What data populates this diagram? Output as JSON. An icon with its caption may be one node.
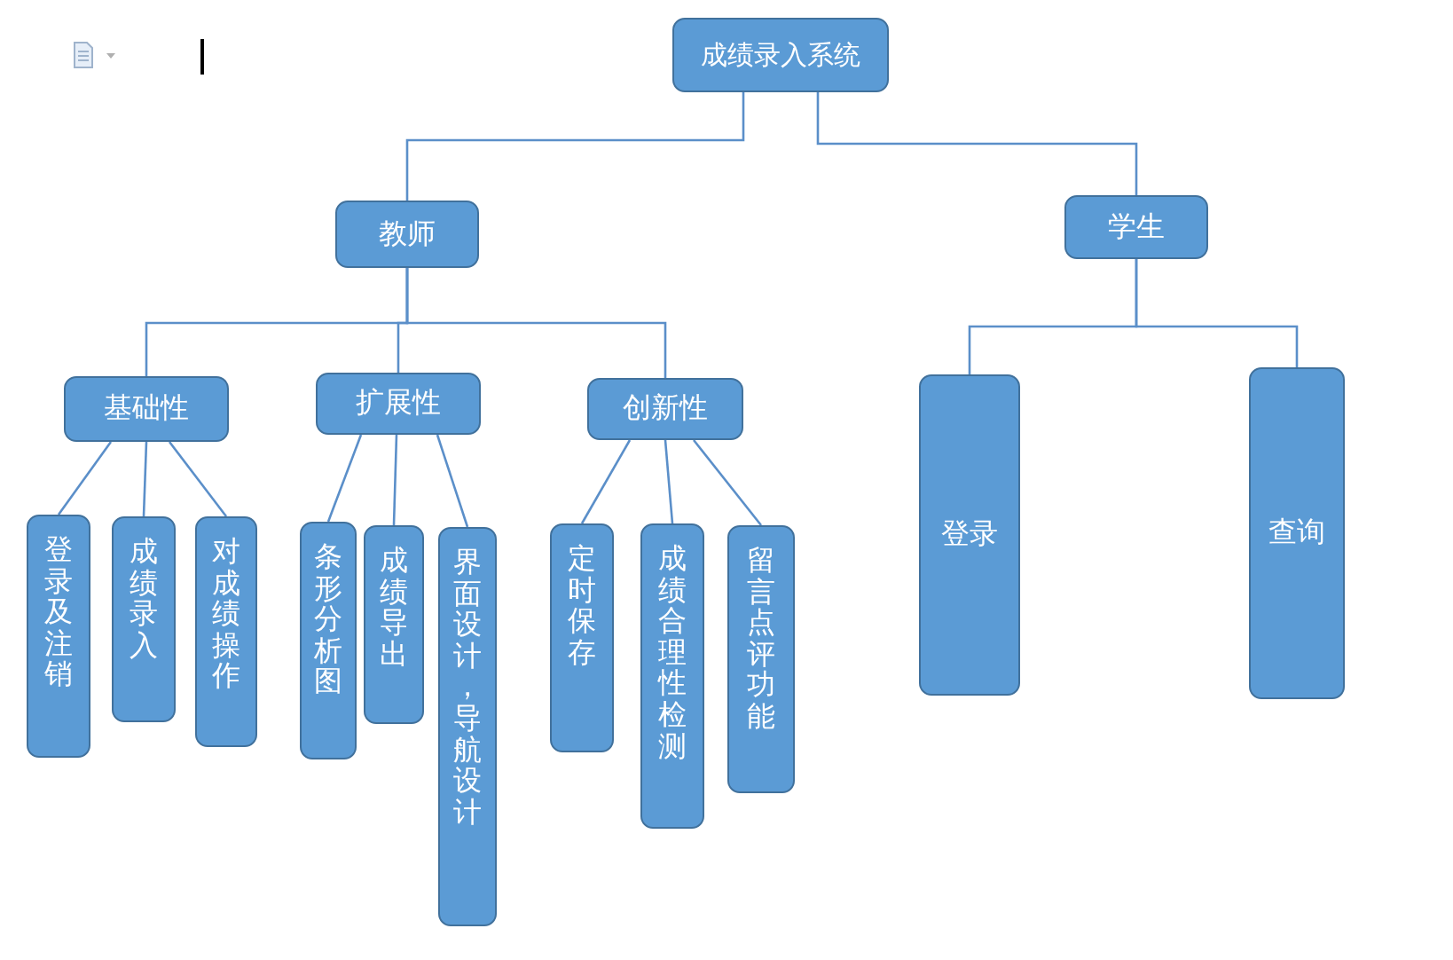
{
  "diagram": {
    "nodes": [
      {
        "text": [
          "成绩录入系统"
        ]
      },
      {
        "text": [
          "教师"
        ]
      },
      {
        "text": [
          "学生"
        ]
      },
      {
        "text": [
          "基础性"
        ]
      },
      {
        "text": [
          "扩展性"
        ]
      },
      {
        "text": [
          "创新性"
        ]
      },
      {
        "text": [
          "登录及注销"
        ]
      },
      {
        "text": [
          "成绩录入"
        ]
      },
      {
        "text": [
          "对成绩操作"
        ]
      },
      {
        "text": [
          "条形分析图"
        ]
      },
      {
        "text": [
          "成绩导出"
        ]
      },
      {
        "text": [
          "界面设计，导航设计"
        ]
      },
      {
        "text": [
          "定时保存"
        ]
      },
      {
        "text": [
          "成绩合理性检测"
        ]
      },
      {
        "text": [
          "留言点评功能"
        ]
      },
      {
        "text": [
          "登录"
        ]
      },
      {
        "text": [
          "查询"
        ]
      }
    ],
    "edges": [
      {
        "from": 0,
        "to": 1,
        "arrow": "none"
      },
      {
        "from": 0,
        "to": 2,
        "arrow": "none"
      },
      {
        "from": 1,
        "to": 3,
        "arrow": "none"
      },
      {
        "from": 1,
        "to": 4,
        "arrow": "none"
      },
      {
        "from": 1,
        "to": 5,
        "arrow": "none"
      },
      {
        "from": 2,
        "to": 15,
        "arrow": "none"
      },
      {
        "from": 2,
        "to": 16,
        "arrow": "none"
      },
      {
        "from": 3,
        "to": 6,
        "arrow": "none"
      },
      {
        "from": 3,
        "to": 7,
        "arrow": "none"
      },
      {
        "from": 3,
        "to": 8,
        "arrow": "none"
      },
      {
        "from": 4,
        "to": 9,
        "arrow": "none"
      },
      {
        "from": 4,
        "to": 10,
        "arrow": "none"
      },
      {
        "from": 4,
        "to": 11,
        "arrow": "none"
      },
      {
        "from": 5,
        "to": 12,
        "arrow": "none"
      },
      {
        "from": 5,
        "to": 13,
        "arrow": "none"
      },
      {
        "from": 5,
        "to": 14,
        "arrow": "none"
      }
    ]
  }
}
